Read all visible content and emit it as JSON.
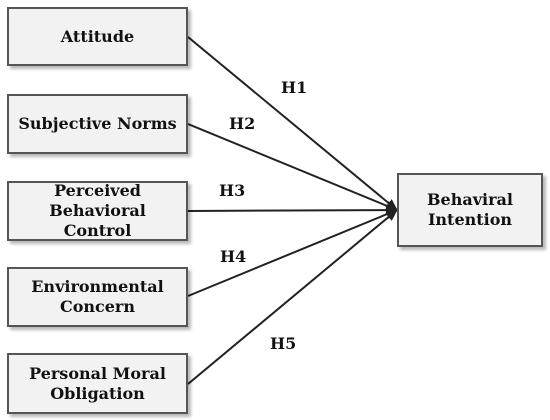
{
  "diagram": {
    "sources": [
      {
        "id": "attitude",
        "label": "Attitude"
      },
      {
        "id": "subjective-norms",
        "label": "Subjective Norms"
      },
      {
        "id": "perceived-behavioral-control",
        "label": "Perceived\nBehavioral Control"
      },
      {
        "id": "environmental-concern",
        "label": "Environmental\nConcern"
      },
      {
        "id": "personal-moral-obligation",
        "label": "Personal Moral\nObligation"
      }
    ],
    "target": {
      "id": "behaviral-intention",
      "label": "Behaviral\nIntention"
    },
    "hypotheses": [
      {
        "label": "H1",
        "from": "attitude",
        "to": "behaviral-intention"
      },
      {
        "label": "H2",
        "from": "subjective-norms",
        "to": "behaviral-intention"
      },
      {
        "label": "H3",
        "from": "perceived-behavioral-control",
        "to": "behaviral-intention"
      },
      {
        "label": "H4",
        "from": "environmental-concern",
        "to": "behaviral-intention"
      },
      {
        "label": "H5",
        "from": "personal-moral-obligation",
        "to": "behaviral-intention"
      }
    ],
    "colors": {
      "edge": "#222222",
      "node_fill": "#f2f2f2",
      "node_border": "#555555"
    }
  }
}
